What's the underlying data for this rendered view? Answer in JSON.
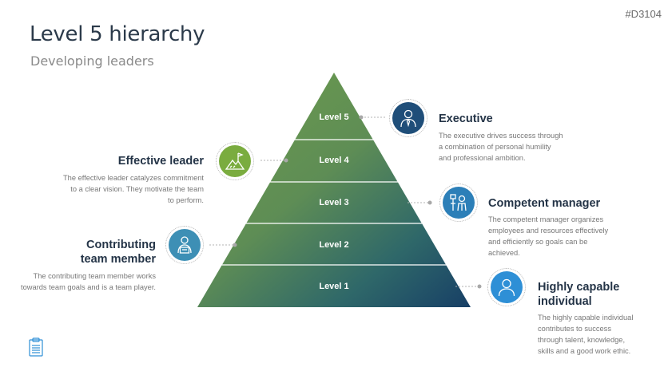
{
  "slide_id": "#D3104",
  "title": "Level 5 hierarchy",
  "subtitle": "Developing leaders",
  "levels": [
    "Level 5",
    "Level 4",
    "Level 3",
    "Level 2",
    "Level 1"
  ],
  "callouts": {
    "executive": {
      "title": "Executive",
      "desc": [
        "The executive drives success through",
        "a combination of personal humility",
        "and professional ambition."
      ]
    },
    "effective_leader": {
      "title": "Effective leader",
      "desc": [
        "The effective leader catalyzes commitment",
        "to a clear vision. They motivate the team",
        "to perform."
      ]
    },
    "competent_manager": {
      "title": "Competent manager",
      "desc": [
        "The competent manager organizes",
        "employees and resources effectively",
        "and efficiently so goals can be",
        "achieved."
      ]
    },
    "contributing_team_member": {
      "title": [
        "Contributing",
        "team member"
      ],
      "desc": [
        "The contributing team member works",
        "towards team goals and is a team player."
      ]
    },
    "highly_capable_individual": {
      "title": [
        "Highly capable",
        "individual"
      ],
      "desc": [
        "The highly capable individual",
        "contributes to success",
        "through talent, knowledge,",
        "skills and a good work ethic."
      ]
    }
  },
  "colors": {
    "title": "#2b3a4a",
    "pyramid_green": "#6f9d4b",
    "pyramid_navy": "#173f66",
    "icon_navy": "#1f4e79",
    "icon_green": "#7aac3f",
    "icon_blue": "#2c7fb8",
    "icon_teal": "#3d8fb5",
    "icon_bright_blue": "#2e8fd6"
  },
  "icons": {
    "executive": "executive-person-icon",
    "effective_leader": "mountain-flag-icon",
    "competent_manager": "org-chart-person-icon",
    "contributing_team_member": "person-with-laptop-icon",
    "highly_capable_individual": "person-icon"
  }
}
